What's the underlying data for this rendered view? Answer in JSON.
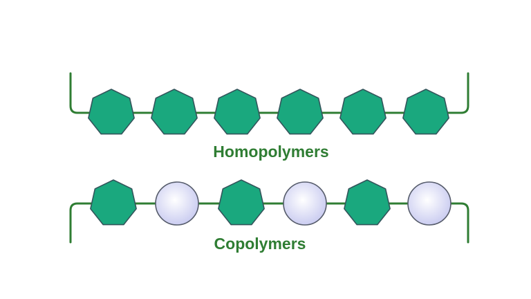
{
  "colors": {
    "background": "#ffffff",
    "chain_line": "#2f7d33",
    "heptagon_fill": "#1aa87e",
    "heptagon_stroke": "#33555b",
    "circle_fill_center": "#ffffff",
    "circle_fill_edge": "#c9cbf0",
    "circle_stroke": "#555b6a",
    "label_text": "#2f7d33"
  },
  "homopolymer": {
    "label": "Homopolymers",
    "units": [
      "heptagon",
      "heptagon",
      "heptagon",
      "heptagon",
      "heptagon",
      "heptagon"
    ]
  },
  "copolymer": {
    "label": "Copolymers",
    "units": [
      "heptagon",
      "circle",
      "heptagon",
      "circle",
      "heptagon",
      "circle"
    ]
  }
}
